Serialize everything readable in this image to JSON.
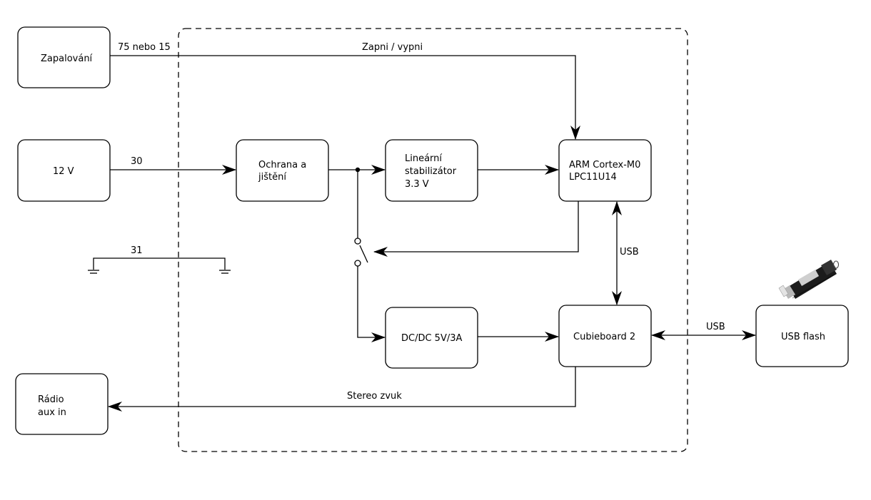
{
  "blocks": {
    "ignition": "Zapalování",
    "battery": "12 V",
    "protection": [
      "Ochrana a",
      "jištění"
    ],
    "regulator": [
      "Lineární",
      "stabilizátor",
      "3.3 V"
    ],
    "mcu": [
      "ARM Cortex-M0",
      "LPC11U14"
    ],
    "dcdc": "DC/DC 5V/3A",
    "cubieboard": "Cubieboard 2",
    "usb_flash": "USB flash",
    "radio": [
      "Rádio",
      "aux in"
    ]
  },
  "wires": {
    "terminal_ignition": "75 nebo 15",
    "on_off": "Zapni / vypni",
    "terminal_30": "30",
    "terminal_31": "31",
    "usb_mcu": "USB",
    "usb_flash": "USB",
    "audio": "Stereo zvuk"
  }
}
